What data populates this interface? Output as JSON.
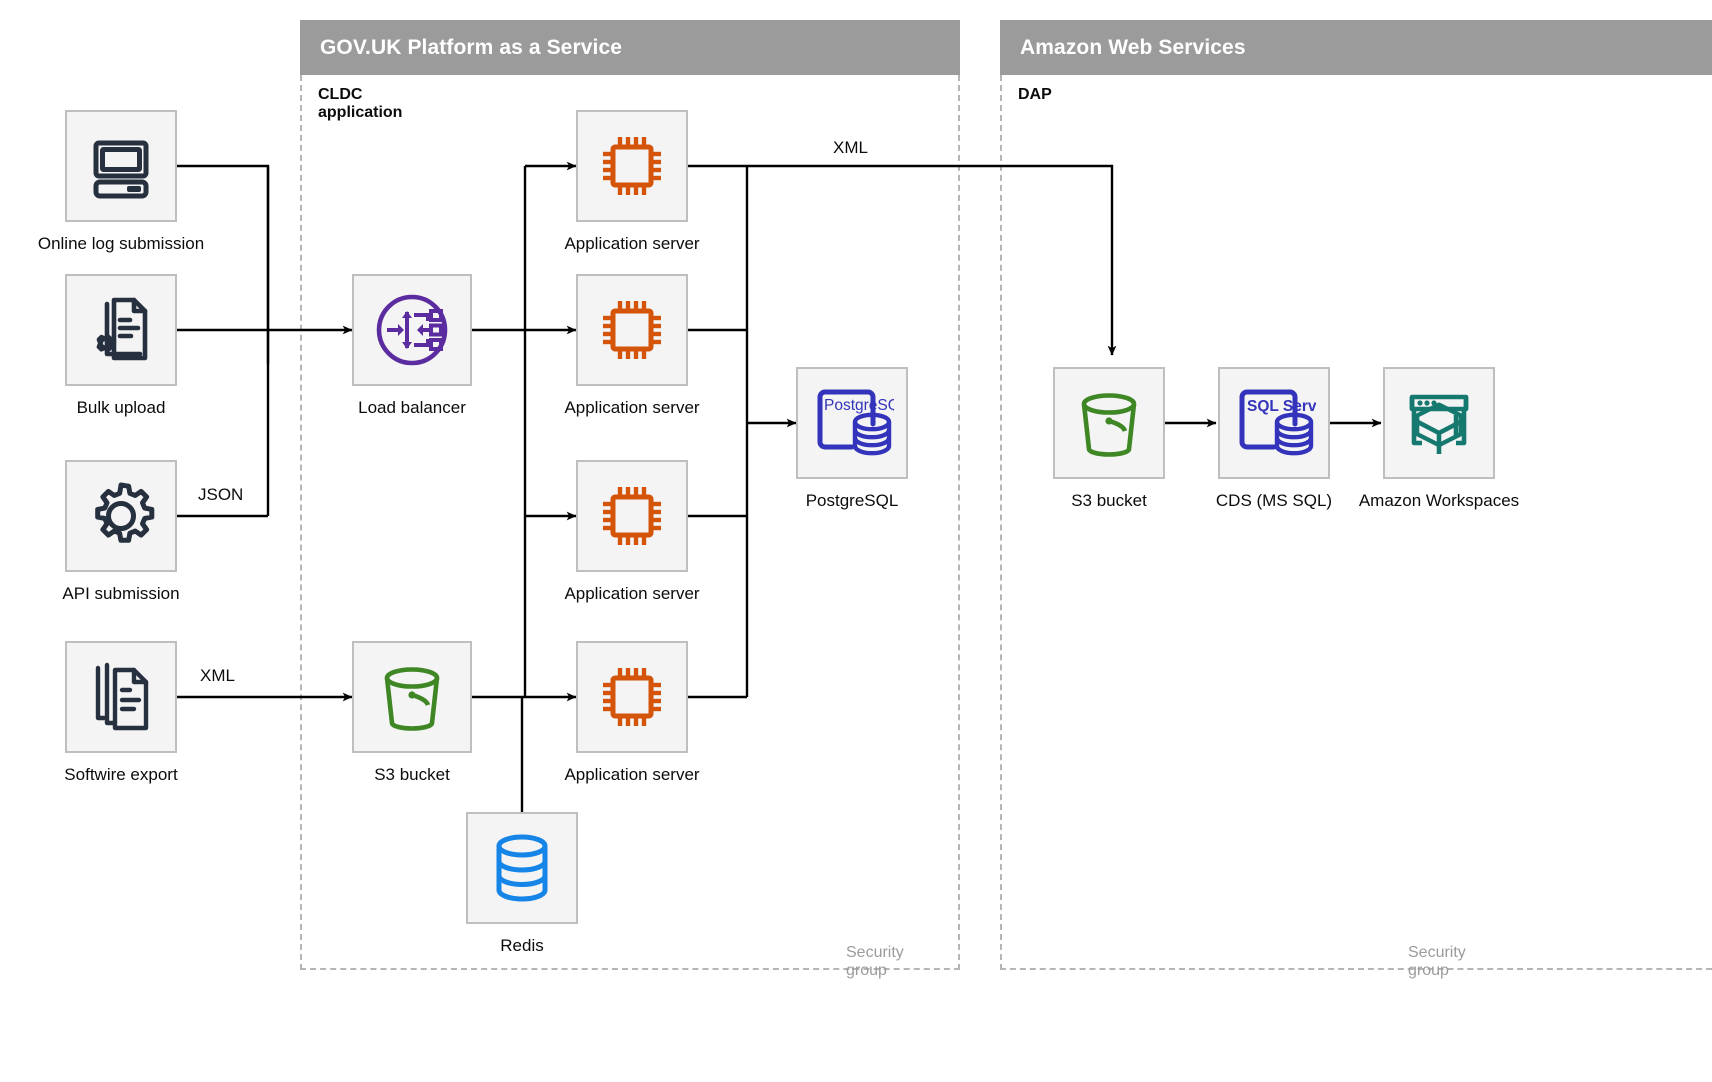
{
  "groups": [
    {
      "id": "paas",
      "title": "GOV.UK Platform as a Service",
      "sublabel": "CLDC application",
      "security_label": "Security group"
    },
    {
      "id": "aws",
      "title": "Amazon Web Services",
      "sublabel": "DAP",
      "security_label": "Security group"
    }
  ],
  "nodes": {
    "online_log": {
      "label": "Online log submission",
      "icon": "desktop-computer-icon",
      "color": "#27303f"
    },
    "bulk_upload": {
      "label": "Bulk upload",
      "icon": "document-gear-icon",
      "color": "#27303f"
    },
    "api_submission": {
      "label": "API submission",
      "icon": "gear-icon",
      "color": "#27303f"
    },
    "softwire_export": {
      "label": "Softwire export",
      "icon": "document-stack-icon",
      "color": "#27303f"
    },
    "load_balancer": {
      "label": "Load balancer",
      "icon": "load-balancer-icon",
      "color": "#5b2ca0"
    },
    "app_server_1": {
      "label": "Application server",
      "icon": "cpu-chip-icon",
      "color": "#d4550a"
    },
    "app_server_2": {
      "label": "Application server",
      "icon": "cpu-chip-icon",
      "color": "#d4550a"
    },
    "app_server_3": {
      "label": "Application server",
      "icon": "cpu-chip-icon",
      "color": "#d4550a"
    },
    "app_server_4": {
      "label": "Application server",
      "icon": "cpu-chip-icon",
      "color": "#d4550a"
    },
    "postgresql": {
      "label": "PostgreSQL",
      "icon": "postgresql-database-icon",
      "badge": "PostgreSQL",
      "color": "#3333bb"
    },
    "s3_paas": {
      "label": "S3 bucket",
      "icon": "s3-bucket-icon",
      "color": "#3f8624"
    },
    "redis": {
      "label": "Redis",
      "icon": "redis-database-icon",
      "color": "#1585e8"
    },
    "s3_aws": {
      "label": "S3 bucket",
      "icon": "s3-bucket-icon",
      "color": "#3f8624"
    },
    "cds": {
      "label": "CDS (MS SQL)",
      "icon": "sql-server-database-icon",
      "badge": "SQL Server",
      "color": "#3333bb"
    },
    "workspaces": {
      "label": "Amazon Workspaces",
      "icon": "amazon-workspaces-icon",
      "color": "#16796f"
    }
  },
  "edge_labels": {
    "api_json": "JSON",
    "softwire_xml": "XML",
    "appserver_xml": "XML"
  },
  "colors": {
    "group_header_bg": "#9b9b9b",
    "tile_bg": "#f4f4f4",
    "tile_border": "#bfbfbf",
    "dashed_border": "#b5b5b5",
    "wire": "#000000",
    "dark_icon": "#27303f",
    "purple": "#5b2ca0",
    "orange": "#d4550a",
    "blue_db": "#3333bb",
    "green": "#3f8624",
    "redis_blue": "#1585e8",
    "teal": "#16796f"
  }
}
